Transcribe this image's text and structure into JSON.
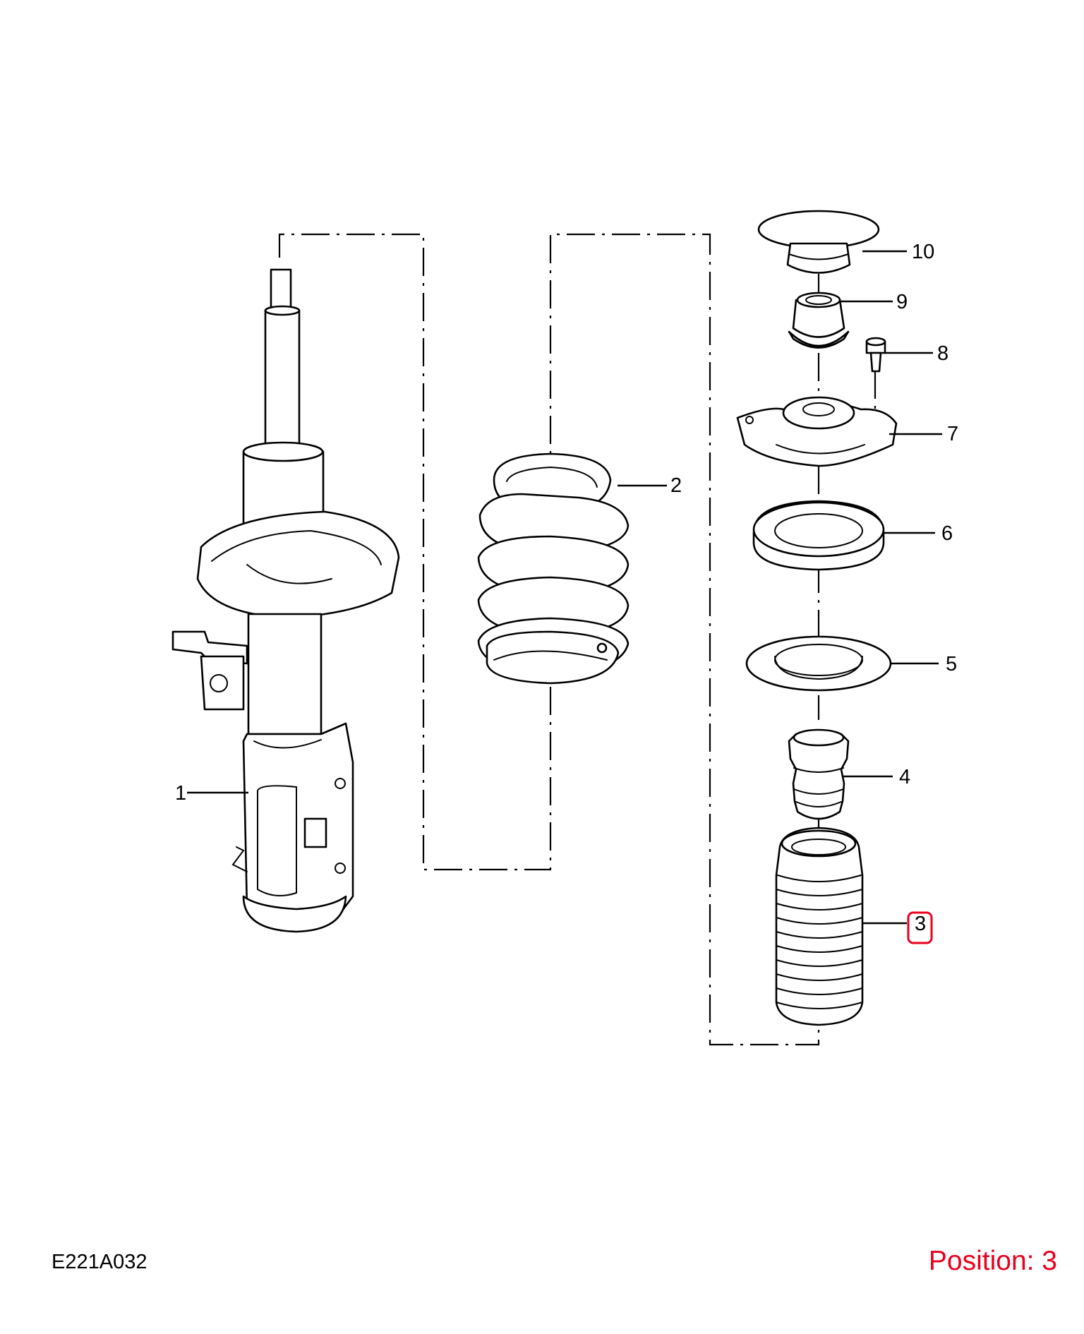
{
  "diagram": {
    "code": "E221A032",
    "position_text": "Position: 3",
    "highlight_color": "#e8001c",
    "selected_callout": "3",
    "callouts": [
      {
        "id": "1",
        "label": "1",
        "part": "strut-assembly"
      },
      {
        "id": "2",
        "label": "2",
        "part": "coil-spring"
      },
      {
        "id": "3",
        "label": "3",
        "part": "dust-boot"
      },
      {
        "id": "4",
        "label": "4",
        "part": "bump-stop"
      },
      {
        "id": "5",
        "label": "5",
        "part": "spring-seat-lower"
      },
      {
        "id": "6",
        "label": "6",
        "part": "bearing"
      },
      {
        "id": "7",
        "label": "7",
        "part": "strut-top-mount"
      },
      {
        "id": "8",
        "label": "8",
        "part": "bolt"
      },
      {
        "id": "9",
        "label": "9",
        "part": "nut"
      },
      {
        "id": "10",
        "label": "10",
        "part": "cap"
      }
    ]
  }
}
